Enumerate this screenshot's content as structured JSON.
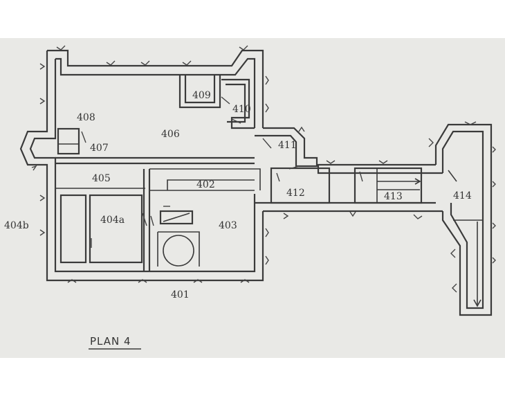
{
  "plan": {
    "title": "PLAN 4",
    "rooms": {
      "r401": "401",
      "r402": "402",
      "r403": "403",
      "r404a": "404a",
      "r404b": "404b",
      "r405": "405",
      "r406": "406",
      "r407": "407",
      "r408": "408",
      "r409": "409",
      "r410": "410",
      "r411": "411",
      "r412": "412",
      "r413": "413",
      "r414": "414"
    }
  }
}
